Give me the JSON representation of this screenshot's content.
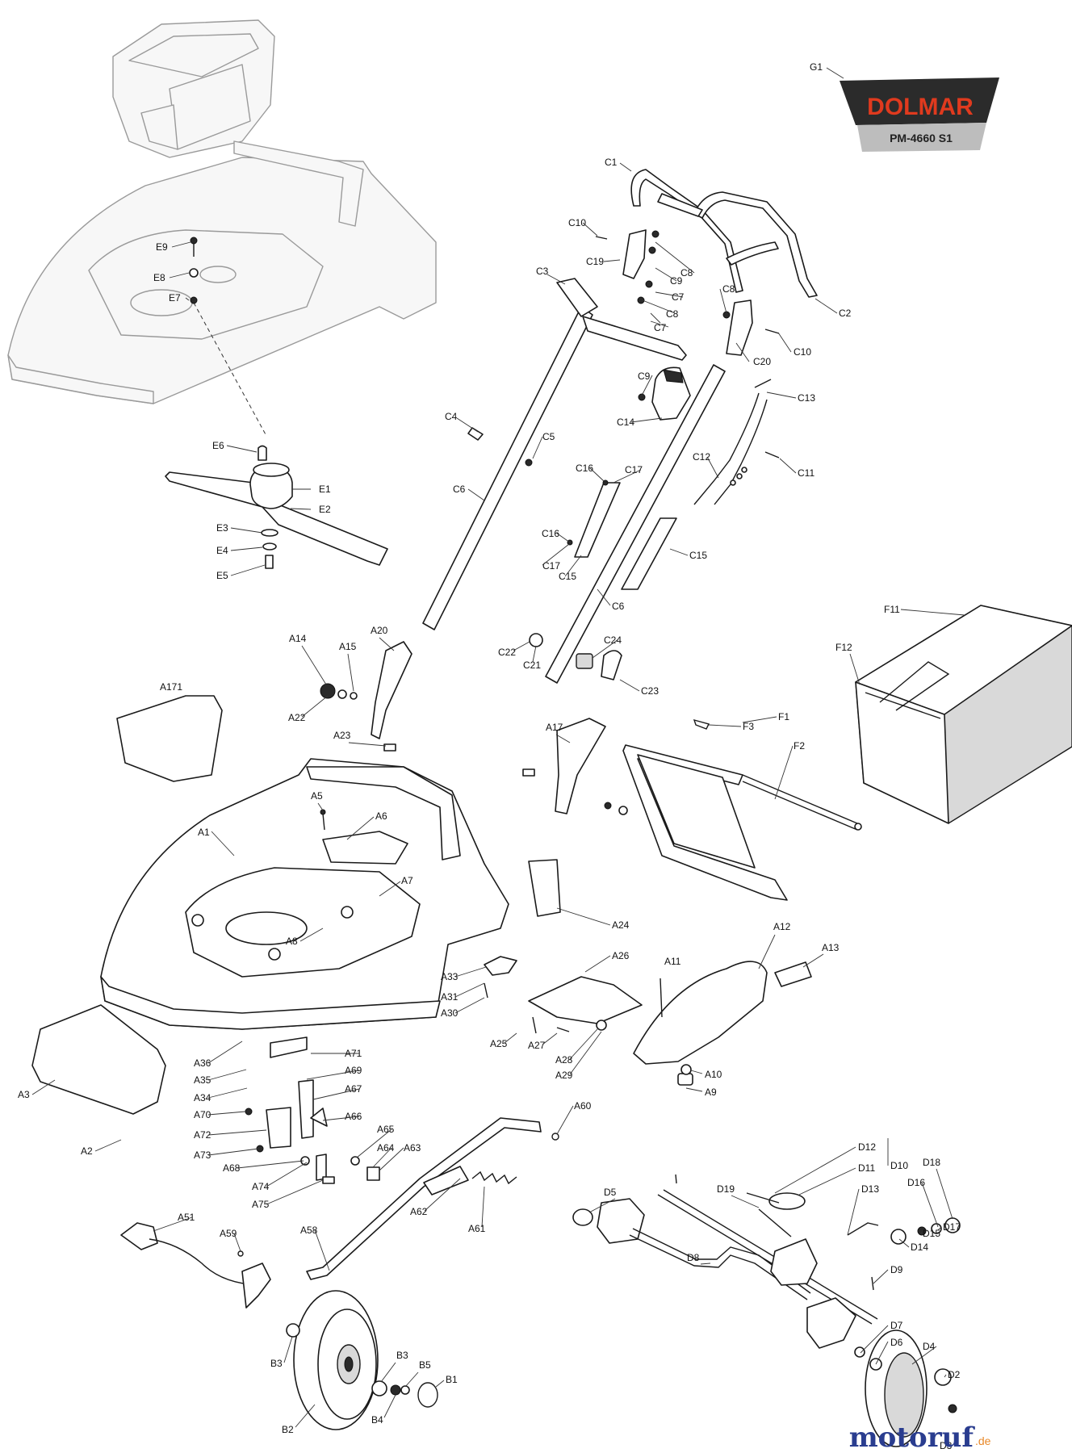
{
  "brand": {
    "logo_text": "DOLMAR",
    "model": "PM-4660 S1",
    "logo_red": "#e03a1e",
    "logo_dark": "#2b2b2b",
    "logo_grey": "#bdbdbd"
  },
  "watermark": {
    "main": "motoruf",
    "suffix": ".de",
    "color_blue": "#2a3d8f",
    "color_orange": "#e8892a"
  },
  "labels": {
    "G1": "G1",
    "C1": "C1",
    "C2": "C2",
    "C3": "C3",
    "C4": "C4",
    "C5": "C5",
    "C6a": "C6",
    "C6b": "C6",
    "C7a": "C7",
    "C7b": "C7",
    "C8a": "C8",
    "C8b": "C8",
    "C8c": "C8",
    "C9a": "C9",
    "C9b": "C9",
    "C10a": "C10",
    "C10b": "C10",
    "C11": "C11",
    "C12": "C12",
    "C13": "C13",
    "C14": "C14",
    "C15a": "C15",
    "C15b": "C15",
    "C16a": "C16",
    "C16b": "C16",
    "C17a": "C17",
    "C17b": "C17",
    "C19": "C19",
    "C20": "C20",
    "C21": "C21",
    "C22": "C22",
    "C23": "C23",
    "C24": "C24",
    "E1": "E1",
    "E2": "E2",
    "E3": "E3",
    "E4": "E4",
    "E5": "E5",
    "E6": "E6",
    "E7": "E7",
    "E8": "E8",
    "E9": "E9",
    "A1": "A1",
    "A2": "A2",
    "A3": "A3",
    "A5": "A5",
    "A6": "A6",
    "A7": "A7",
    "A8": "A8",
    "A9": "A9",
    "A10": "A10",
    "A11": "A11",
    "A12": "A12",
    "A13": "A13",
    "A14": "A14",
    "A15": "A15",
    "A17": "A17",
    "A171": "A171",
    "A20": "A20",
    "A22": "A22",
    "A23": "A23",
    "A24": "A24",
    "A25": "A25",
    "A26": "A26",
    "A27": "A27",
    "A28": "A28",
    "A29": "A29",
    "A30": "A30",
    "A31": "A31",
    "A33": "A33",
    "A34": "A34",
    "A35": "A35",
    "A36": "A36",
    "A51": "A51",
    "A58": "A58",
    "A59": "A59",
    "A60": "A60",
    "A61": "A61",
    "A62": "A62",
    "A63": "A63",
    "A64": "A64",
    "A65": "A65",
    "A66": "A66",
    "A67": "A67",
    "A68": "A68",
    "A69": "A69",
    "A70": "A70",
    "A71": "A71",
    "A72": "A72",
    "A73": "A73",
    "A74": "A74",
    "A75": "A75",
    "F1": "F1",
    "F2": "F2",
    "F3": "F3",
    "F11": "F11",
    "F12": "F12",
    "B1": "B1",
    "B2": "B2",
    "B3a": "B3",
    "B3b": "B3",
    "B4": "B4",
    "B5": "B5",
    "D2": "D2",
    "D3": "D3",
    "D4": "D4",
    "D5": "D5",
    "D6": "D6",
    "D7": "D7",
    "D8": "D8",
    "D9": "D9",
    "D10": "D10",
    "D11": "D11",
    "D12": "D12",
    "D13": "D13",
    "D14": "D14",
    "D15": "D15",
    "D16": "D16",
    "D17": "D17",
    "D18": "D18",
    "D19": "D19"
  }
}
